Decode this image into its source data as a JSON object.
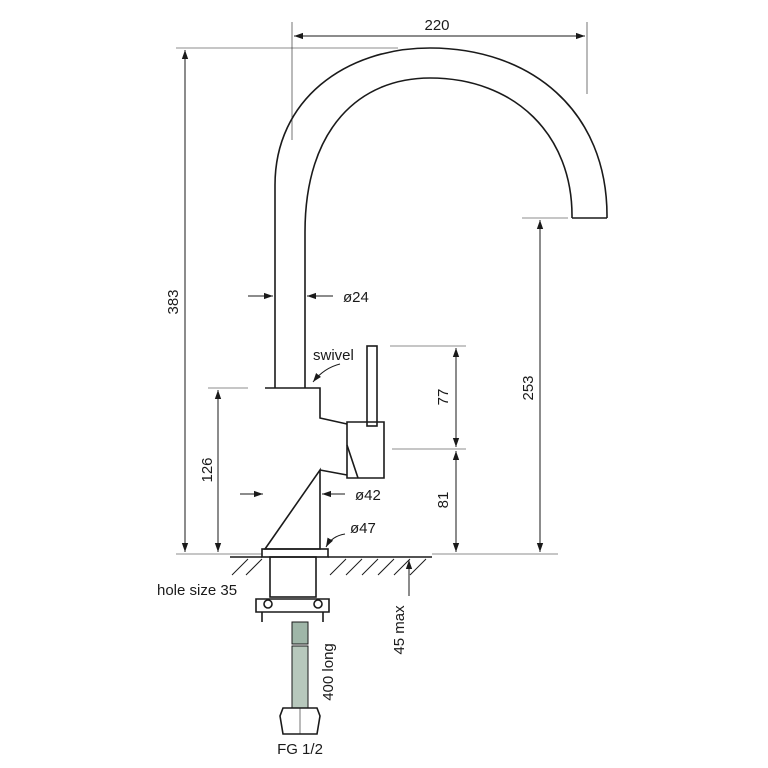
{
  "dimensions": {
    "width_220": "220",
    "height_383": "383",
    "spout_253": "253",
    "lever_77": "77",
    "lever_81": "81",
    "body_126": "126",
    "dia_24": "ø24",
    "dia_42": "ø42",
    "dia_47": "ø47",
    "swivel": "swivel",
    "hole_size": "hole size 35",
    "mount_depth": "45 max",
    "hose_length": "400 long",
    "connector": "FG 1/2"
  }
}
